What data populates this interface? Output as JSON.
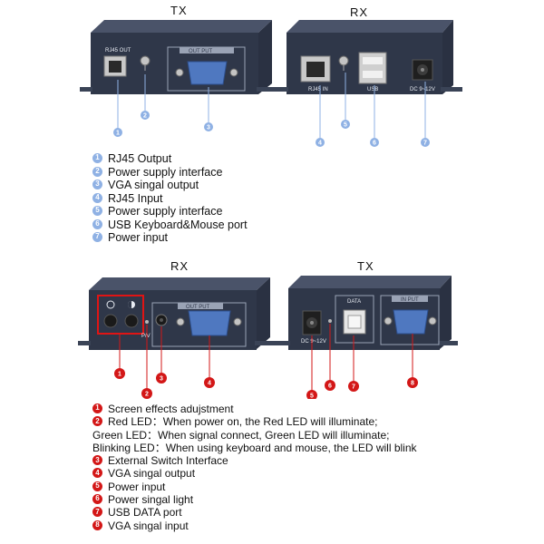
{
  "top": {
    "tx_title": "TX",
    "rx_title": "RX",
    "tx_labels": {
      "rj45": "RJ45 OUT",
      "output": "OUT PUT"
    },
    "rx_labels": {
      "rj45": "RJ45 IN",
      "usb": "USB",
      "dc": "DC 9~12V"
    },
    "markers": [
      "1",
      "2",
      "3",
      "4",
      "5",
      "6",
      "7"
    ],
    "legend": [
      {
        "num": "1",
        "text": "RJ45 Output"
      },
      {
        "num": "2",
        "text": "Power supply interface"
      },
      {
        "num": "3",
        "text": "VGA singal output"
      },
      {
        "num": "4",
        "text": "RJ45 Input"
      },
      {
        "num": "5",
        "text": "Power supply interface"
      },
      {
        "num": "6",
        "text": "USB Keyboard&Mouse port"
      },
      {
        "num": "7",
        "text": "Power input"
      }
    ]
  },
  "bottom": {
    "rx_title": "RX",
    "tx_title": "TX",
    "rx_labels": {
      "pv": "P/V",
      "output": "OUT PUT"
    },
    "tx_labels": {
      "dc": "DC 9~12V",
      "data": "DATA",
      "input": "IN PUT"
    },
    "markers": [
      "1",
      "2",
      "3",
      "4",
      "5",
      "6",
      "7",
      "8"
    ],
    "legend": [
      {
        "num": "1",
        "lines": [
          "Screen effects adujstment"
        ]
      },
      {
        "num": "2",
        "lines": [
          "Red LED：When power on, the Red LED will illuminate;",
          "Green LED：When signal connect, Green LED will illuminate;",
          "Blinking LED：When using keyboard and mouse, the LED will blink"
        ]
      },
      {
        "num": "3",
        "lines": [
          "External Switch Interface"
        ]
      },
      {
        "num": "4",
        "lines": [
          "VGA singal output"
        ]
      },
      {
        "num": "5",
        "lines": [
          "Power input"
        ]
      },
      {
        "num": "6",
        "lines": [
          "Power singal light"
        ]
      },
      {
        "num": "7",
        "lines": [
          "USB DATA port"
        ]
      },
      {
        "num": "8",
        "lines": [
          "VGA singal input"
        ]
      }
    ]
  },
  "colors": {
    "device_body": "#3b4458",
    "device_face": "#2e3648",
    "marker_blue": "#8fb1e4",
    "marker_red": "#d31717",
    "highlight_box": "#e01414"
  }
}
